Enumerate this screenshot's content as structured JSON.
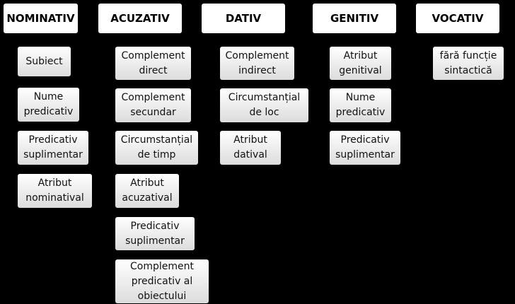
{
  "colors": {
    "background": "#000000",
    "header_fill": "#ffffff",
    "box_fill": "#e6e6e6",
    "text": "#000000"
  },
  "columns": [
    {
      "header": "NOMINATIV",
      "items": [
        "Subiect",
        "Nume\npredicativ",
        "Predicativ\nsuplimentar",
        "Atribut\nnominatival"
      ]
    },
    {
      "header": "ACUZATIV",
      "items": [
        "Complement\ndirect",
        "Complement\nsecundar",
        "Circumstanțial\nde timp",
        "Atribut\nacuzatival",
        "Predicativ\nsuplimentar",
        "Complement\npredicativ al\nobiectului"
      ]
    },
    {
      "header": "DATIV",
      "items": [
        "Complement\nindirect",
        "Circumstanțial\nde loc",
        "Atribut\ndatival"
      ]
    },
    {
      "header": "GENITIV",
      "items": [
        "Atribut\ngenitival",
        "Nume\npredicativ",
        "Predicativ\nsuplimentar"
      ]
    },
    {
      "header": "VOCATIV",
      "items": [
        "fără funcție\nsintactică"
      ]
    }
  ]
}
